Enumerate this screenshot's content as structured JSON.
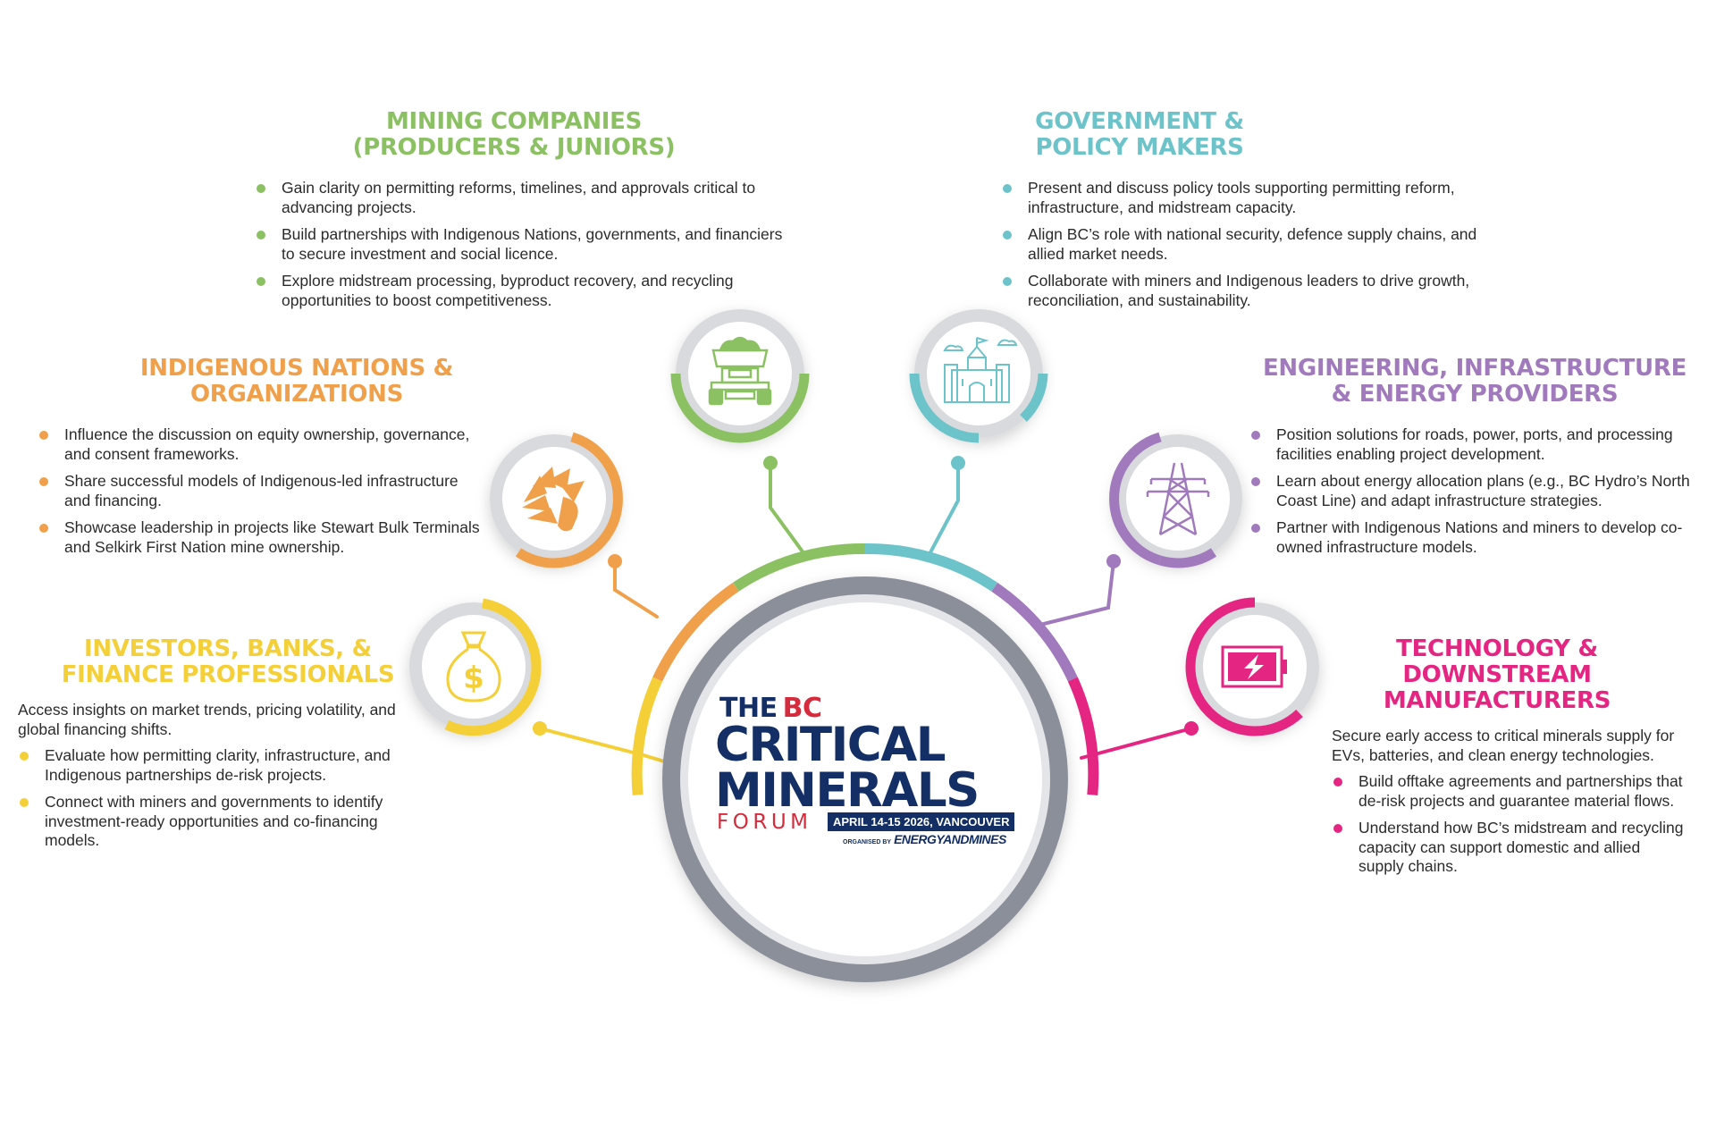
{
  "colors": {
    "mining": "#8cc163",
    "government": "#6cc3c9",
    "indigenous": "#f0a04b",
    "engineering": "#a07abc",
    "investors": "#f4cf37",
    "technology": "#e42682",
    "hub_ring": "#8a8f99",
    "logo_navy": "#132f66",
    "logo_red": "#d52b3c"
  },
  "hub": {
    "logo_the": "THE",
    "logo_bc": "BC",
    "logo_line1": "CRITICAL",
    "logo_line2": "MINERALS",
    "logo_forum": "FORUM",
    "logo_date": "APRIL 14-15 2026, VANCOUVER",
    "logo_organised_by": "ORGANISED BY",
    "logo_organiser": "ENERGYANDMINES"
  },
  "sectors": {
    "mining": {
      "icon": "mining-truck-icon",
      "title_lines": [
        "MINING COMPANIES",
        "(PRODUCERS & JUNIORS)"
      ],
      "bullets": [
        "Gain clarity on permitting reforms, timelines, and approvals critical to advancing projects.",
        "Build partnerships with Indigenous Nations, governments, and financiers to secure investment and social licence.",
        "Explore midstream processing, byproduct recovery, and recycling opportunities to boost competitiveness."
      ]
    },
    "government": {
      "icon": "government-building-icon",
      "title_lines": [
        "GOVERNMENT &",
        "POLICY MAKERS"
      ],
      "bullets": [
        "Present and discuss policy tools supporting permitting reform, infrastructure, and midstream capacity.",
        "Align BC’s role with national security, defence supply chains, and allied market needs.",
        "Collaborate with miners and Indigenous leaders to drive growth, reconciliation, and sustainability."
      ]
    },
    "indigenous": {
      "icon": "headdress-icon",
      "title_lines": [
        "INDIGENOUS NATIONS &",
        "ORGANIZATIONS"
      ],
      "bullets": [
        "Influence the discussion on equity ownership, governance, and consent frameworks.",
        "Share successful models of Indigenous-led infrastructure and financing.",
        "Showcase leadership in projects like Stewart Bulk Terminals and Selkirk First Nation mine ownership."
      ]
    },
    "engineering": {
      "icon": "power-pylon-icon",
      "title_lines": [
        "ENGINEERING, INFRASTRUCTURE",
        "& ENERGY PROVIDERS"
      ],
      "bullets": [
        "Position solutions for roads, power, ports, and processing facilities enabling project development.",
        "Learn about energy allocation plans (e.g., BC Hydro’s North Coast Line) and adapt infrastructure strategies.",
        "Partner with Indigenous Nations and miners to develop co-owned infrastructure models."
      ]
    },
    "investors": {
      "icon": "money-bag-icon",
      "title_lines": [
        "INVESTORS, BANKS, &",
        "FINANCE PROFESSIONALS"
      ],
      "intro": "Access insights on market trends, pricing volatility, and global financing shifts.",
      "bullets": [
        "Evaluate how permitting clarity, infrastructure, and Indigenous partnerships de-risk projects.",
        "Connect with miners and governments to identify investment-ready opportunities and co-financing models."
      ]
    },
    "technology": {
      "icon": "battery-icon",
      "title_lines": [
        "TECHNOLOGY &",
        "DOWNSTREAM",
        "MANUFACTURERS"
      ],
      "intro": "Secure early access to critical minerals supply for EVs, batteries, and clean energy technologies.",
      "bullets": [
        "Build offtake agreements and partnerships that de-risk projects and guarantee material flows.",
        "Understand how BC’s midstream and recycling capacity can support domestic and allied supply chains."
      ]
    }
  }
}
